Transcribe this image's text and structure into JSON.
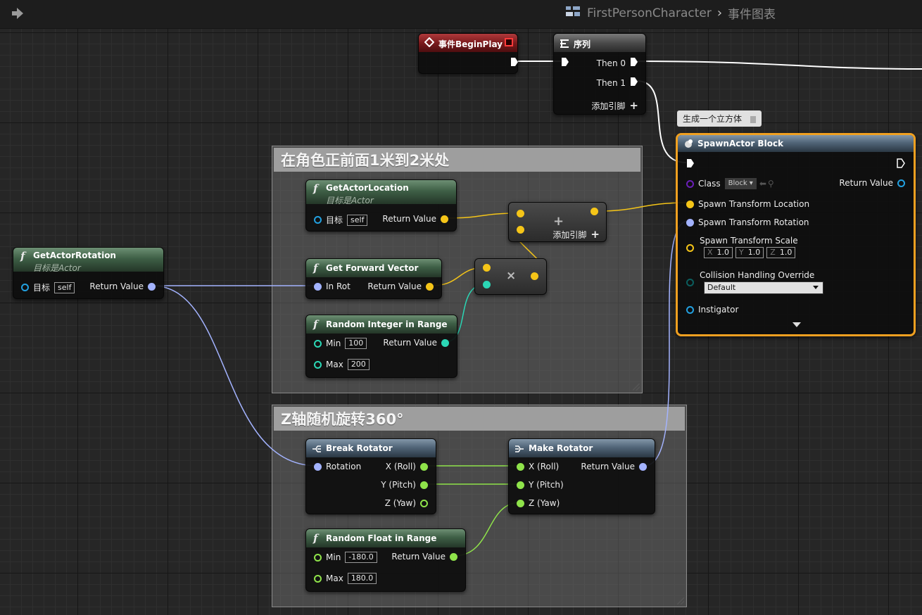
{
  "breadcrumb": {
    "blueprint": "FirstPersonCharacter",
    "graph": "事件图表"
  },
  "comments": [
    {
      "title": "在角色正前面1米到2米处"
    },
    {
      "title": "Z轴随机旋转360°"
    }
  ],
  "nodes": {
    "begin_play": {
      "title": "事件BeginPlay"
    },
    "sequence": {
      "title": "序列",
      "then0": "Then 0",
      "then1": "Then 1",
      "add_pin": "添加引脚"
    },
    "spawn_actor": {
      "title": "SpawnActor Block",
      "comment": "生成一个立方体",
      "class_label": "Class",
      "class_value": "Block",
      "return_value": "Return Value",
      "spawn_location": "Spawn Transform Location",
      "spawn_rotation": "Spawn Transform Rotation",
      "spawn_scale": "Spawn Transform Scale",
      "scale_x_label": "X",
      "scale_x": "1.0",
      "scale_y_label": "Y",
      "scale_y": "1.0",
      "scale_z_label": "Z",
      "scale_z": "1.0",
      "collision_label": "Collision Handling Override",
      "collision_value": "Default",
      "instigator": "Instigator"
    },
    "get_actor_location": {
      "title": "GetActorLocation",
      "subtitle": "目标是Actor",
      "target": "目标",
      "target_value": "self",
      "return_value": "Return Value"
    },
    "add_node": {
      "add_pin": "添加引脚"
    },
    "get_actor_rotation": {
      "title": "GetActorRotation",
      "subtitle": "目标是Actor",
      "target": "目标",
      "target_value": "self",
      "return_value": "Return Value"
    },
    "get_forward_vector": {
      "title": "Get Forward Vector",
      "in_rot": "In Rot",
      "return_value": "Return Value"
    },
    "random_int": {
      "title": "Random Integer in Range",
      "min_label": "Min",
      "min": "100",
      "max_label": "Max",
      "max": "200",
      "return_value": "Return Value"
    },
    "break_rotator": {
      "title": "Break Rotator",
      "rotation": "Rotation",
      "x": "X (Roll)",
      "y": "Y (Pitch)",
      "z": "Z (Yaw)"
    },
    "make_rotator": {
      "title": "Make Rotator",
      "x": "X (Roll)",
      "y": "Y (Pitch)",
      "z": "Z (Yaw)",
      "return_value": "Return Value"
    },
    "random_float": {
      "title": "Random Float in Range",
      "min_label": "Min",
      "min": "-180.0",
      "max_label": "Max",
      "max": "180.0",
      "return_value": "Return Value"
    }
  },
  "colors": {
    "vector_pin": "#f5c518",
    "rotator_pin": "#a3b3ff",
    "float_pin": "#8fe34a",
    "int_pin": "#2bd7b5",
    "object_pin": "#22a0e0",
    "class_pin": "#6a1fb8",
    "exec_pin": "#ffffff",
    "selected_outline": "#f0a020"
  },
  "icons": {
    "nav": "arrow-right-icon",
    "breadcrumb": "blueprint-icon",
    "function": "function-f-icon",
    "event": "event-diamond-icon",
    "sequence": "sequence-icon",
    "spawn": "spawn-actor-icon"
  }
}
